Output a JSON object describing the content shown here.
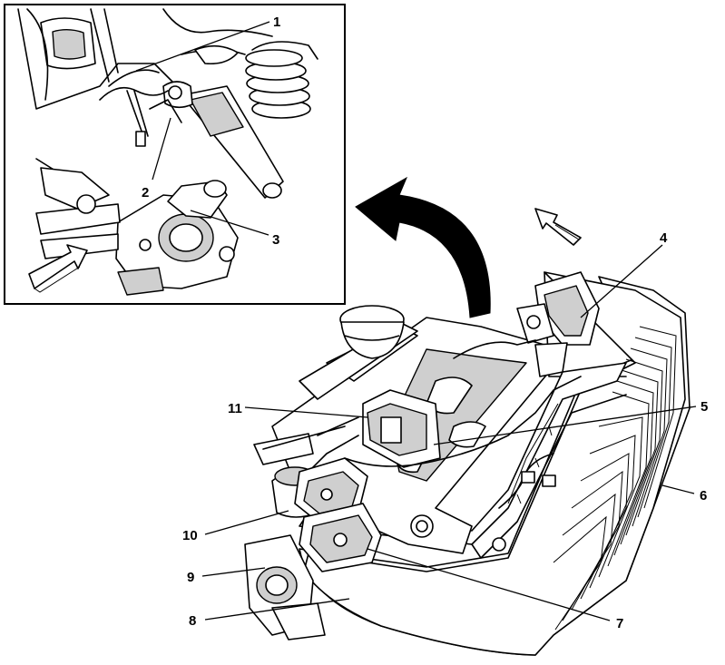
{
  "figure": {
    "callouts": [
      "1",
      "2",
      "3",
      "4",
      "5",
      "6",
      "7",
      "8",
      "9",
      "10",
      "11"
    ]
  },
  "colors": {
    "line": "#000000",
    "background": "#ffffff",
    "shade": "#cfcfcf"
  }
}
